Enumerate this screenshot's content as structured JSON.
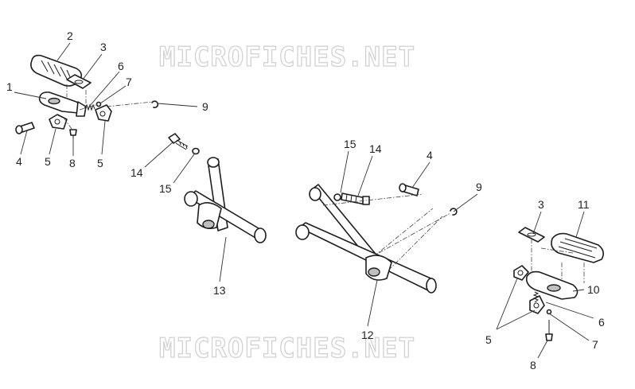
{
  "watermark": "MICROFICHES.NET",
  "callouts": {
    "l1": "1",
    "l2a": "2",
    "l3a": "3",
    "l6a": "6",
    "l7a": "7",
    "l9a": "9",
    "l4a": "4",
    "l5a": "5",
    "l8a": "8",
    "l5b": "5",
    "l14a": "14",
    "l15a": "15",
    "l13": "13",
    "l15b": "15",
    "l14b": "14",
    "l4b": "4",
    "l9b": "9",
    "l12": "12",
    "l3b": "3",
    "l11": "11",
    "l10": "10",
    "l6b": "6",
    "l5c": "5",
    "l7b": "7",
    "l8b": "8"
  }
}
